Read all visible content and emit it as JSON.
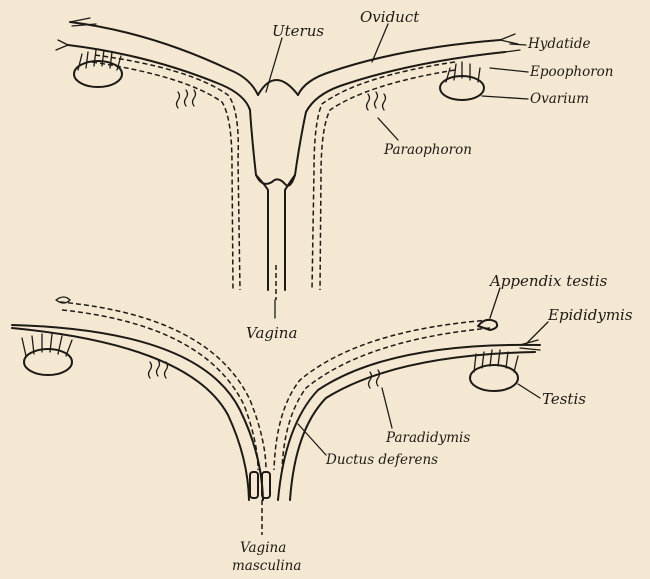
{
  "labels": {
    "uterus": "Uterus",
    "oviduct": "Oviduct",
    "hydatide": "Hydatide",
    "epoophoron": "Epoophoron",
    "ovarium": "Ovarium",
    "paraophoron": "Paraophoron",
    "vagina": "Vagina",
    "appendix_testis": "Appendix testis",
    "epididymis": "Epididymis",
    "testis": "Testis",
    "paradidymis": "Paradidymis",
    "ductus_deferens": "Ductus deferens",
    "vagina_masculina_1": "Vagina",
    "vagina_masculina_2": "masculina"
  }
}
